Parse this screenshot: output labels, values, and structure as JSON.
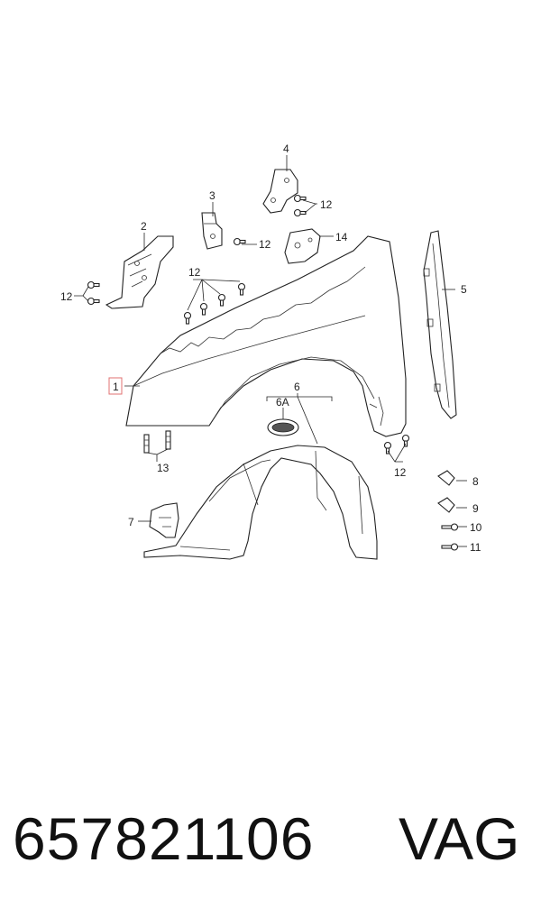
{
  "labels": {
    "l1": "1",
    "l2": "2",
    "l3": "3",
    "l4": "4",
    "l5": "5",
    "l6": "6",
    "l6a": "6A",
    "l7": "7",
    "l8": "8",
    "l9": "9",
    "l10": "10",
    "l11": "11",
    "l12a": "12",
    "l12b": "12",
    "l12c": "12",
    "l12d": "12",
    "l12e": "12",
    "l13": "13",
    "l14": "14"
  },
  "footer": {
    "part_number": "657821106",
    "brand": "VAG"
  },
  "colors": {
    "highlight": "#e07070",
    "line": "#222222"
  }
}
